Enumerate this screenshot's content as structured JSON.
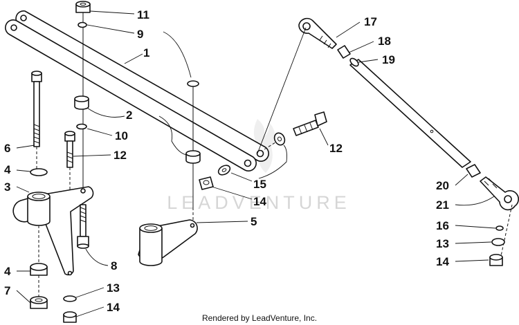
{
  "watermark": "LEADVENTURE",
  "footer": "Rendered by LeadVenture, Inc.",
  "callouts": [
    "11",
    "9",
    "1",
    "2",
    "10",
    "12",
    "6",
    "4",
    "3",
    "4",
    "7",
    "8",
    "13",
    "14",
    "17",
    "18",
    "19",
    "12",
    "15",
    "14",
    "5",
    "20",
    "21",
    "16",
    "13",
    "14"
  ]
}
